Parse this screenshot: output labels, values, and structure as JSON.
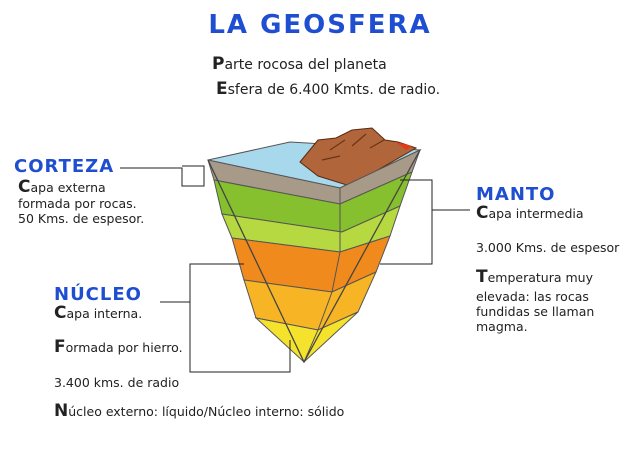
{
  "title": "LA GEOSFERA",
  "subtitle": {
    "line1": "Parte rocosa del planeta",
    "line2": "Esfera de 6.400 Kmts. de radio."
  },
  "corteza": {
    "title": "CORTEZA",
    "line1": "Capa externa",
    "line2": "formada por rocas.",
    "line3": "50 Kms. de espesor."
  },
  "manto": {
    "title": "MANTO",
    "line1": "Capa intermedia",
    "line2": "3.000 Kms. de espesor",
    "line3": "Temperatura muy",
    "line4": "elevada: las rocas",
    "line5": "fundidas se llaman",
    "line6": "magma."
  },
  "nucleo": {
    "title": "NÚCLEO",
    "line1": "Capa interna.",
    "line2": "Formada por hierro.",
    "line3": "3.400 kms. de radio",
    "line4": "Núcleo externo: líquido/Núcleo interno: sólido"
  },
  "colors": {
    "heading": "#1f4fd0",
    "ocean": "#a8d8ec",
    "crust_side": "#a89a88",
    "mountain": "#b0653a",
    "mantle_upper": "#86c02e",
    "mantle_mid": "#b6d840",
    "mantle_lower": "#f08a1c",
    "outer_core": "#f7b424",
    "inner_core": "#f4e22c"
  }
}
